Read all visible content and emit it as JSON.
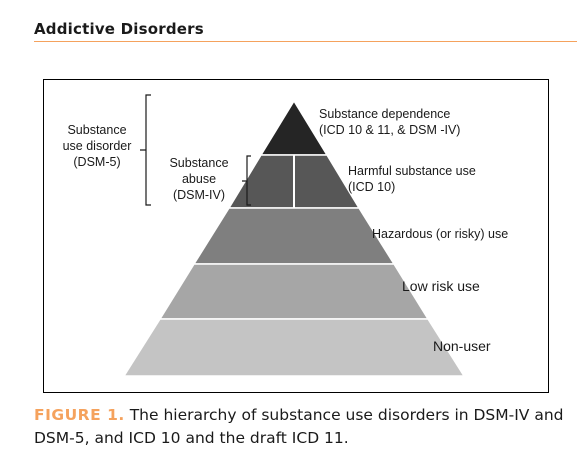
{
  "header": {
    "title": "Addictive Disorders",
    "accent_color": "#f5a25d"
  },
  "diagram": {
    "bracket_outer": {
      "line1": "Substance",
      "line2": "use disorder",
      "line3": "(DSM-5)"
    },
    "bracket_inner": {
      "line1": "Substance",
      "line2": "abuse",
      "line3": "(DSM-IV)"
    },
    "levels": [
      {
        "name": "substance-dependence",
        "line1": "Substance  dependence",
        "line2": "(ICD 10 & 11, & DSM -IV)",
        "color": "#252525"
      },
      {
        "name": "harmful-substance-use",
        "line1": "Harmful substance use",
        "line2": "(ICD 10)",
        "color": "#575757"
      },
      {
        "name": "hazardous-use",
        "line1": "Hazardous (or risky) use",
        "color": "#7f7f7f"
      },
      {
        "name": "low-risk-use",
        "line1": "Low risk use",
        "color": "#a6a6a6"
      },
      {
        "name": "non-user",
        "line1": "Non-user",
        "color": "#c4c4c4"
      }
    ]
  },
  "caption": {
    "label": "FIGURE 1.",
    "text": " The hierarchy of substance use disorders in DSM-IV and DSM-5, and ICD 10 and the draft ICD 11."
  }
}
